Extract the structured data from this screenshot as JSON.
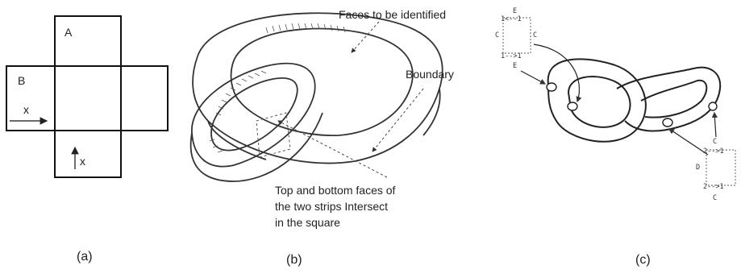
{
  "panel_a": {
    "face_a": "A",
    "face_b": "B",
    "arrow_label_left": "x",
    "arrow_label_bottom": "x",
    "caption": "(a)"
  },
  "panel_b": {
    "note_faces": "Faces to be identified",
    "note_boundary": "Boundary",
    "note_intersect_1": "Top and bottom faces of",
    "note_intersect_2": "the two strips Intersect",
    "note_intersect_3": "in the square",
    "caption": "(b)"
  },
  "panel_c": {
    "square_top": {
      "top_label": "E",
      "row1": "1<--1",
      "left_label": "C",
      "right_label": "C",
      "row3": "1-->1",
      "bottom_label": "E"
    },
    "square_bottom": {
      "top_label": "C",
      "row1": "2-->1",
      "left_label": "D",
      "row3": "2-->1",
      "bottom_label": "C"
    },
    "caption": "(c)"
  }
}
